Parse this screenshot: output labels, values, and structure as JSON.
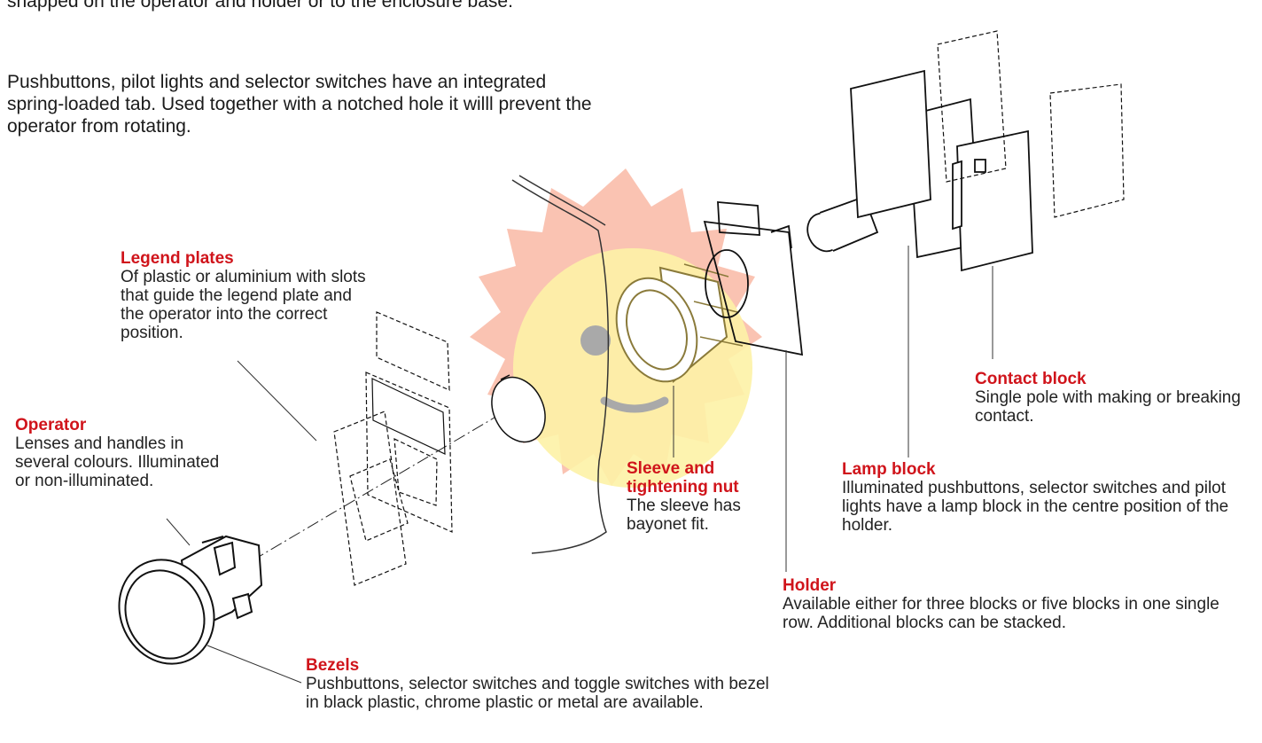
{
  "intro": {
    "paragraph_1": "...snapped on the operator and holder or to the enclosure base.",
    "paragraph_1_visible_line_2": "snapped on the operator and holder or to the enclosure base.",
    "paragraph_2": "Pushbuttons, pilot lights and selector switches have an integrated spring-loaded tab. Used together with a notched hole it willl prevent the operator from rotating."
  },
  "callouts": {
    "legend_plates": {
      "title": "Legend plates",
      "body": "Of plastic or aluminium with slots that guide the legend plate and the operator into the correct position."
    },
    "operator": {
      "title": "Operator",
      "body": "Lenses and handles in several colours. Illuminated or non-illuminated."
    },
    "sleeve": {
      "title": "Sleeve and tightening nut",
      "body": "The sleeve has bayonet fit."
    },
    "contact_block": {
      "title": "Contact block",
      "body": "Single pole with making or breaking contact."
    },
    "lamp_block": {
      "title": "Lamp block",
      "body": "Illuminated pushbuttons, selector switches and pilot lights have a lamp block in the centre position of the holder."
    },
    "holder": {
      "title": "Holder",
      "body": "Available either for three blocks or five blocks in one single row. Additional blocks can be stacked."
    },
    "bezels": {
      "title": "Bezels",
      "body": "Pushbuttons, selector switches and toggle switches with bezel in black plastic, chrome plastic or metal are available."
    }
  },
  "colors": {
    "title_red": "#d0141b",
    "overlay_sun": "#f9b9a4",
    "overlay_circle": "#fdf2a6",
    "overlay_face": "#a9a9a9",
    "sleeve_gold": "#8a7a3a"
  },
  "icons": {
    "overlay": "smiley-sun-icon"
  }
}
